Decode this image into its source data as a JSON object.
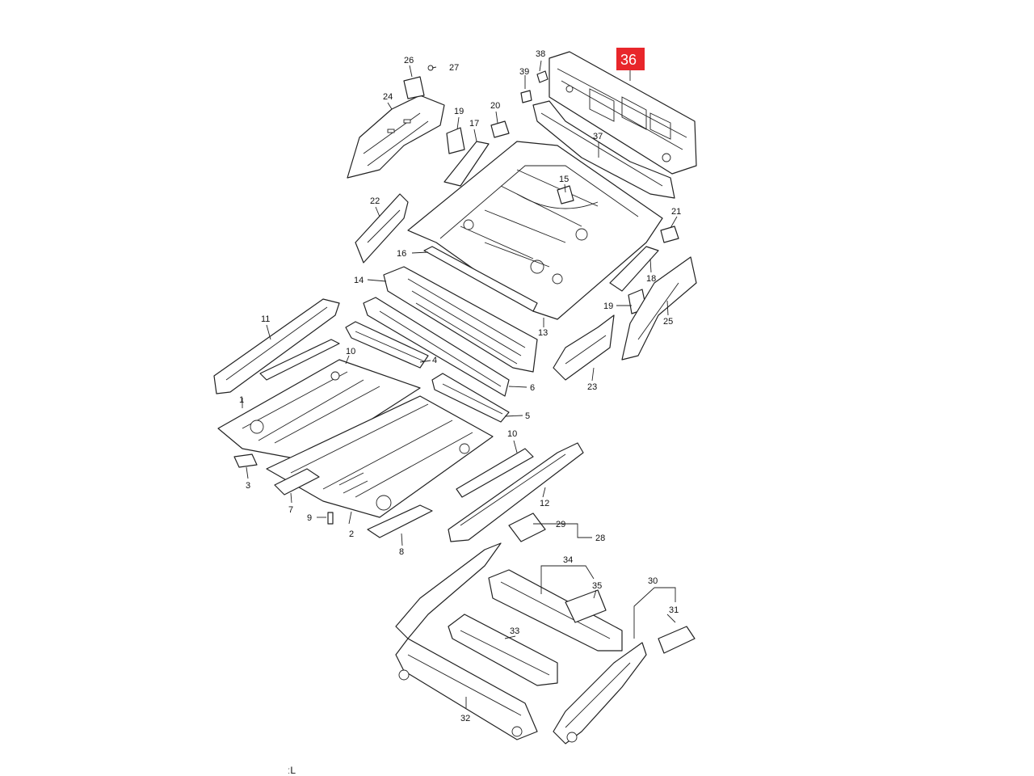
{
  "diagram": {
    "callouts": [
      "1",
      "2",
      "3",
      "4",
      "5",
      "6",
      "7",
      "8",
      "9",
      "10",
      "10",
      "11",
      "12",
      "13",
      "14",
      "15",
      "16",
      "17",
      "18",
      "19",
      "19",
      "20",
      "21",
      "22",
      "23",
      "24",
      "25",
      "26",
      "27",
      "28",
      "29",
      "30",
      "31",
      "32",
      "33",
      "34",
      "35",
      "37",
      "38",
      "39"
    ],
    "highlighted_callout": "36",
    "highlight_color": "#e8262b",
    "footer_text": "ːL"
  }
}
